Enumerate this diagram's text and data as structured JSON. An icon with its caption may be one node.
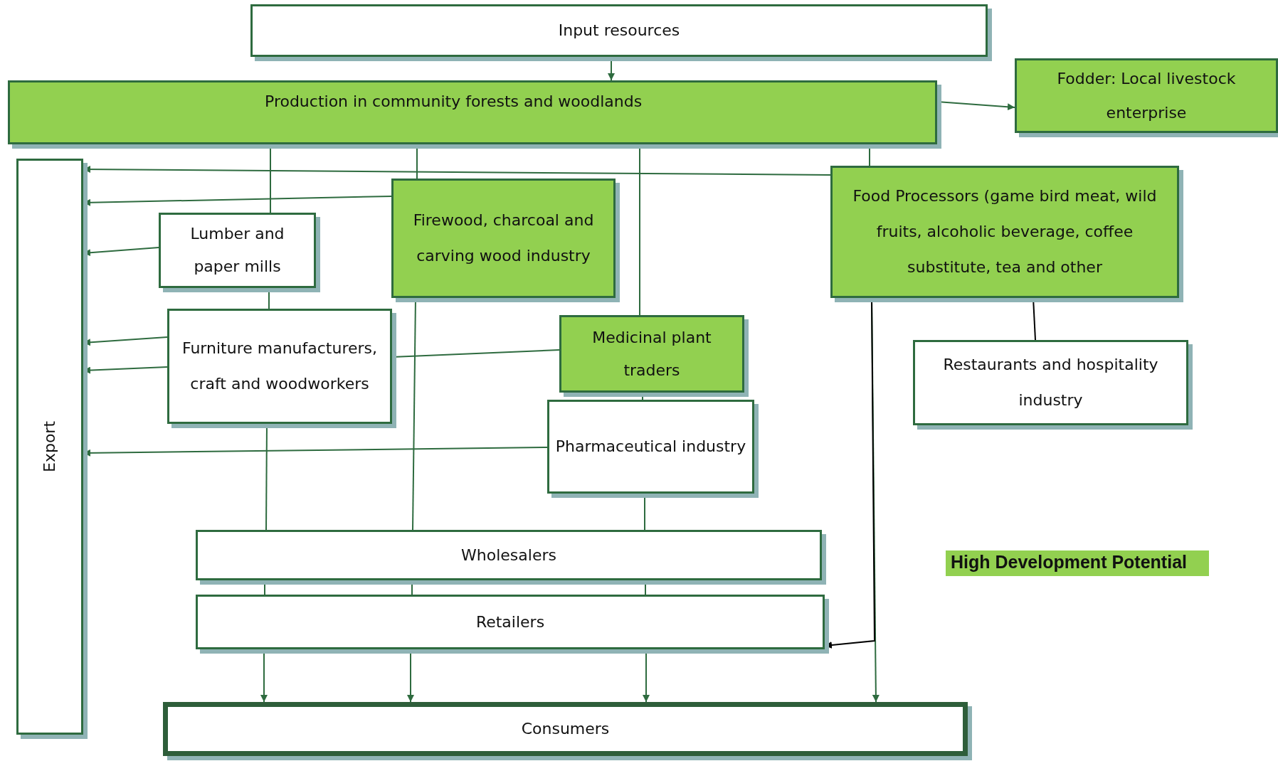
{
  "diagram": {
    "nodes": [
      {
        "text": [
          "Input resources"
        ]
      },
      {
        "text": [
          "Production in community forests and woodlands"
        ]
      },
      {
        "text": [
          "Fodder: Local livestock enterprise"
        ]
      },
      {
        "text": [
          "Export"
        ]
      },
      {
        "text": [
          "Food Processors (game bird meat, wild fruits, alcoholic beverage, coffee substitute, tea and other"
        ]
      },
      {
        "text": [
          "Firewood, charcoal and carving wood industry"
        ]
      },
      {
        "text": [
          "Lumber and paper mills"
        ]
      },
      {
        "text": [
          "Furniture manufacturers, craft and woodworkers"
        ]
      },
      {
        "text": [
          "Medicinal plant traders"
        ]
      },
      {
        "text": [
          "Pharmaceutical industry"
        ]
      },
      {
        "text": [
          "Restaurants and hospitality industry"
        ]
      },
      {
        "text": [
          "Wholesalers"
        ]
      },
      {
        "text": [
          "Retailers"
        ]
      },
      {
        "text": [
          "Consumers"
        ]
      }
    ],
    "edges": [
      {
        "from": 0,
        "to": 1,
        "arrow": "to"
      },
      {
        "from": 1,
        "to": 2,
        "arrow": "to"
      },
      {
        "from": 1,
        "to": 6,
        "arrow": "none"
      },
      {
        "from": 1,
        "to": 5,
        "arrow": "none"
      },
      {
        "from": 1,
        "to": 8,
        "arrow": "none"
      },
      {
        "from": 1,
        "to": 4,
        "arrow": "none"
      },
      {
        "from": 4,
        "to": 3,
        "arrow": "to"
      },
      {
        "from": 5,
        "to": 3,
        "arrow": "to"
      },
      {
        "from": 6,
        "to": 3,
        "arrow": "to"
      },
      {
        "from": 7,
        "to": 3,
        "arrow": "to"
      },
      {
        "from": 7,
        "to": 3,
        "arrow": "to"
      },
      {
        "from": 9,
        "to": 3,
        "arrow": "to"
      },
      {
        "from": 6,
        "to": 7,
        "arrow": "none"
      },
      {
        "from": 7,
        "to": 8,
        "arrow": "none"
      },
      {
        "from": 8,
        "to": 9,
        "arrow": "none"
      },
      {
        "from": 4,
        "to": 10,
        "arrow": "none",
        "color": "#000000"
      },
      {
        "from": 7,
        "to": 11,
        "arrow": "none"
      },
      {
        "from": 5,
        "to": 11,
        "arrow": "none"
      },
      {
        "from": 9,
        "to": 11,
        "arrow": "none"
      },
      {
        "from": 11,
        "to": 12,
        "arrow": "none"
      },
      {
        "from": 11,
        "to": 12,
        "arrow": "none"
      },
      {
        "from": 11,
        "to": 12,
        "arrow": "none"
      },
      {
        "from": 12,
        "to": 13,
        "arrow": "to"
      },
      {
        "from": 12,
        "to": 13,
        "arrow": "to"
      },
      {
        "from": 12,
        "to": 13,
        "arrow": "to"
      },
      {
        "from": 4,
        "to": 13,
        "arrow": "to"
      },
      {
        "from": 4,
        "to": 12,
        "arrow": "to",
        "color": "#000000"
      }
    ],
    "legend": [
      {
        "text": "High Development Potential",
        "color": "#92d050"
      }
    ]
  }
}
